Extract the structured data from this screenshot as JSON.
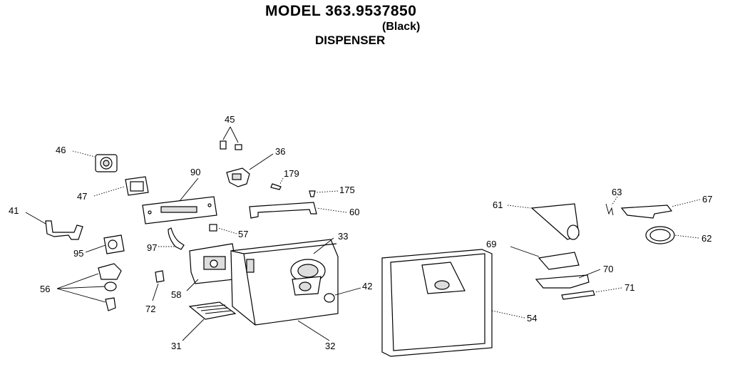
{
  "header": {
    "model": "MODEL 363.9537850",
    "color": "(Black)",
    "section": "DISPENSER"
  },
  "callouts": {
    "p45": "45",
    "p46": "46",
    "p36": "36",
    "p90": "90",
    "p179": "179",
    "p175": "175",
    "p47": "47",
    "p41": "41",
    "p60": "60",
    "p57": "57",
    "p33": "33",
    "p95": "95",
    "p97": "97",
    "p56": "56",
    "p58": "58",
    "p42": "42",
    "p72": "72",
    "p31": "31",
    "p32": "32",
    "p54": "54",
    "p61": "61",
    "p63": "63",
    "p67": "67",
    "p62": "62",
    "p69": "69",
    "p70": "70",
    "p71": "71"
  }
}
